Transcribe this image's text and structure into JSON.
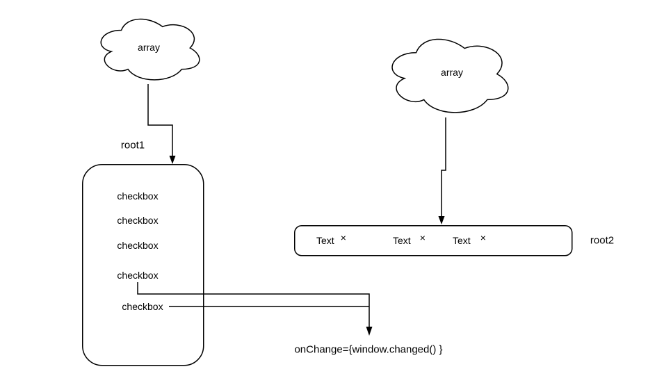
{
  "diagram": {
    "colors": {
      "background": "#ffffff",
      "stroke": "#000000",
      "text": "#000000"
    },
    "cloud_labels": [
      "array",
      "array"
    ],
    "edge_labels": {
      "root1": "root1",
      "root2": "root2"
    },
    "checkbox_list": {
      "items": [
        "checkbox",
        "checkbox",
        "checkbox",
        "checkbox",
        "checkbox"
      ]
    },
    "text_chips": {
      "items": [
        {
          "label": "Text",
          "close_icon": "×"
        },
        {
          "label": "Text",
          "close_icon": "×"
        },
        {
          "label": "Text",
          "close_icon": "×"
        }
      ]
    },
    "annotation": "onChange={window.changed() }"
  }
}
